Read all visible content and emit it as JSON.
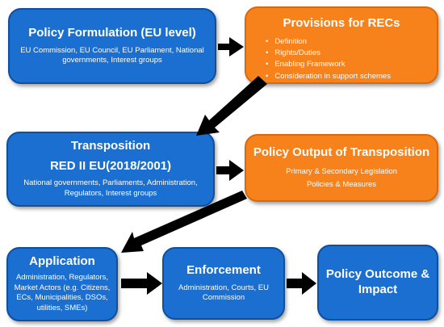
{
  "policy_formulation": {
    "title": "Policy Formulation (EU level)",
    "subtitle": "EU Commission, EU Council, EU Parliament, National governments, Interest groups"
  },
  "provisions": {
    "title": "Provisions for RECs",
    "items": [
      "Definition",
      "Rights/Duties",
      "Enabling Framework",
      "Consideration in support schemes"
    ]
  },
  "transposition": {
    "title_line1": "Transposition",
    "title_line2": "RED II EU(2018/2001)",
    "subtitle": "National governments, Parliaments, Administration, Regulators, Interest groups"
  },
  "policy_output": {
    "title": "Policy Output of Transposition",
    "line1": "Primary & Secondary Legislation",
    "line2": "Policies & Measures"
  },
  "application": {
    "title": "Application",
    "subtitle": "Administration, Regulators, Market Actors (e.g. Citizens, ECs, Municipalities, DSOs, utilities, SMEs)"
  },
  "enforcement": {
    "title": "Enforcement",
    "subtitle": "Administration, Courts, EU Commission"
  },
  "outcome": {
    "title": "Policy Outcome & Impact"
  },
  "colors": {
    "blue": "#1a6fd1",
    "orange": "#f7821b",
    "arrow": "#000000"
  }
}
